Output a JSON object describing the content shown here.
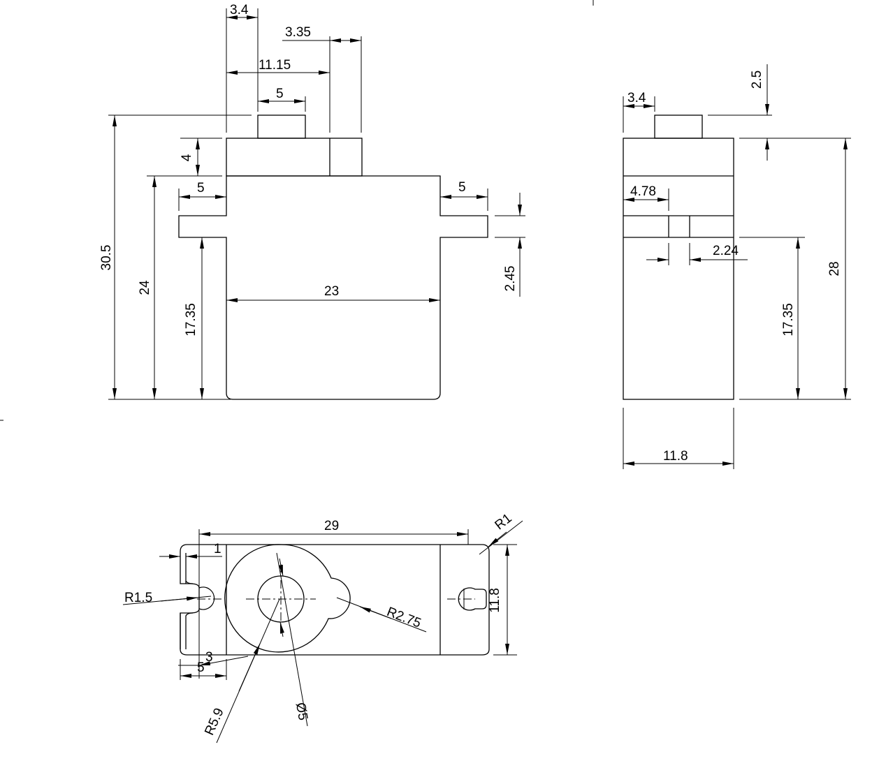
{
  "dimensions": {
    "front": {
      "shaft_offset": "3.4",
      "boss_step": "3.35",
      "top_to_boss": "11.15",
      "shaft_width": "5",
      "top_step_height": "4",
      "flange_left": "5",
      "flange_right": "5",
      "overall_height": "30.5",
      "body_height": "24",
      "flange_height_from_base": "17.35",
      "flange_thickness": "2.45",
      "body_width": "23"
    },
    "side": {
      "shaft_offset": "3.4",
      "shaft_height": "2.5",
      "ear_depth": "4.78",
      "ear_slot": "2.24",
      "flange_height_from_base": "17.35",
      "overall_height": "28",
      "body_depth": "11.8"
    },
    "top": {
      "overall_length": "29",
      "corner_radius": "R1",
      "edge_offset": "1",
      "hole_radius": "R1.5",
      "lobe_radius": "R2.75",
      "body_depth": "11.8",
      "slot_offset": "3",
      "flange_width": "5",
      "gear_radius": "R5.9",
      "shaft_diameter": "Ø5"
    }
  }
}
